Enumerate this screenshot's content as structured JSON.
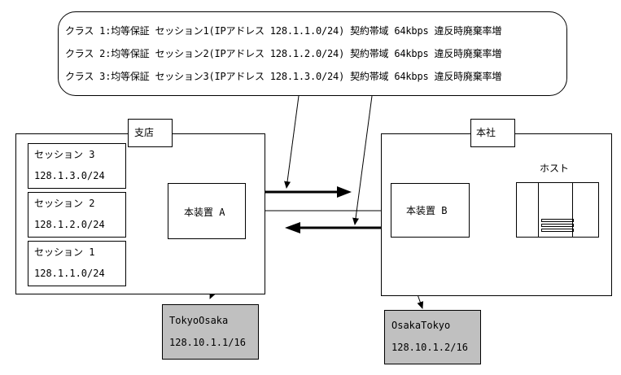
{
  "callout": {
    "lines": [
      "クラス 1:均等保証 セッション1(IPアドレス 128.1.1.0/24) 契約帯域 64kbps 違反時廃棄率増",
      "クラス 2:均等保証 セッション2(IPアドレス 128.1.2.0/24) 契約帯域 64kbps 違反時廃棄率増",
      "クラス 3:均等保証 セッション3(IPアドレス 128.1.3.0/24) 契約帯域 64kbps 違反時廃棄率増"
    ]
  },
  "branch": {
    "label": "支店",
    "sessions": [
      {
        "name": "セッション 3",
        "ip": "128.1.3.0/24"
      },
      {
        "name": "セッション 2",
        "ip": "128.1.2.0/24"
      },
      {
        "name": "セッション 1",
        "ip": "128.1.1.0/24"
      }
    ],
    "device": "本装置 A"
  },
  "hq": {
    "label": "本社",
    "device": "本装置 B",
    "host": "ホスト"
  },
  "tunnels": [
    {
      "name": "TokyoOsaka",
      "ip": "128.10.1.1/16"
    },
    {
      "name": "OsakaTokyo",
      "ip": "128.10.1.2/16"
    }
  ]
}
